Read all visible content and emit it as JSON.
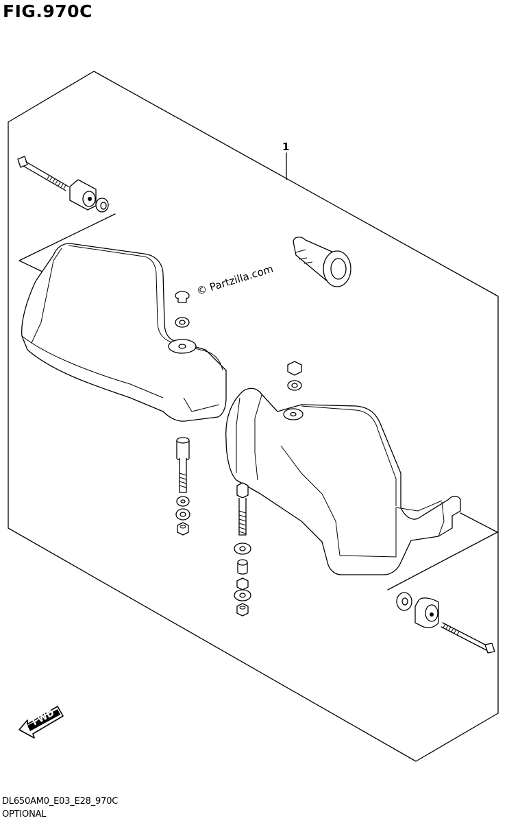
{
  "figure": {
    "title": "FIG.970C"
  },
  "callouts": [
    {
      "number": "1"
    }
  ],
  "watermark": "© Partzilla.com",
  "direction_indicator": {
    "label": "FWD"
  },
  "footer": {
    "code": "DL650AM0_E03_E28_970C",
    "note": "OPTIONAL"
  }
}
